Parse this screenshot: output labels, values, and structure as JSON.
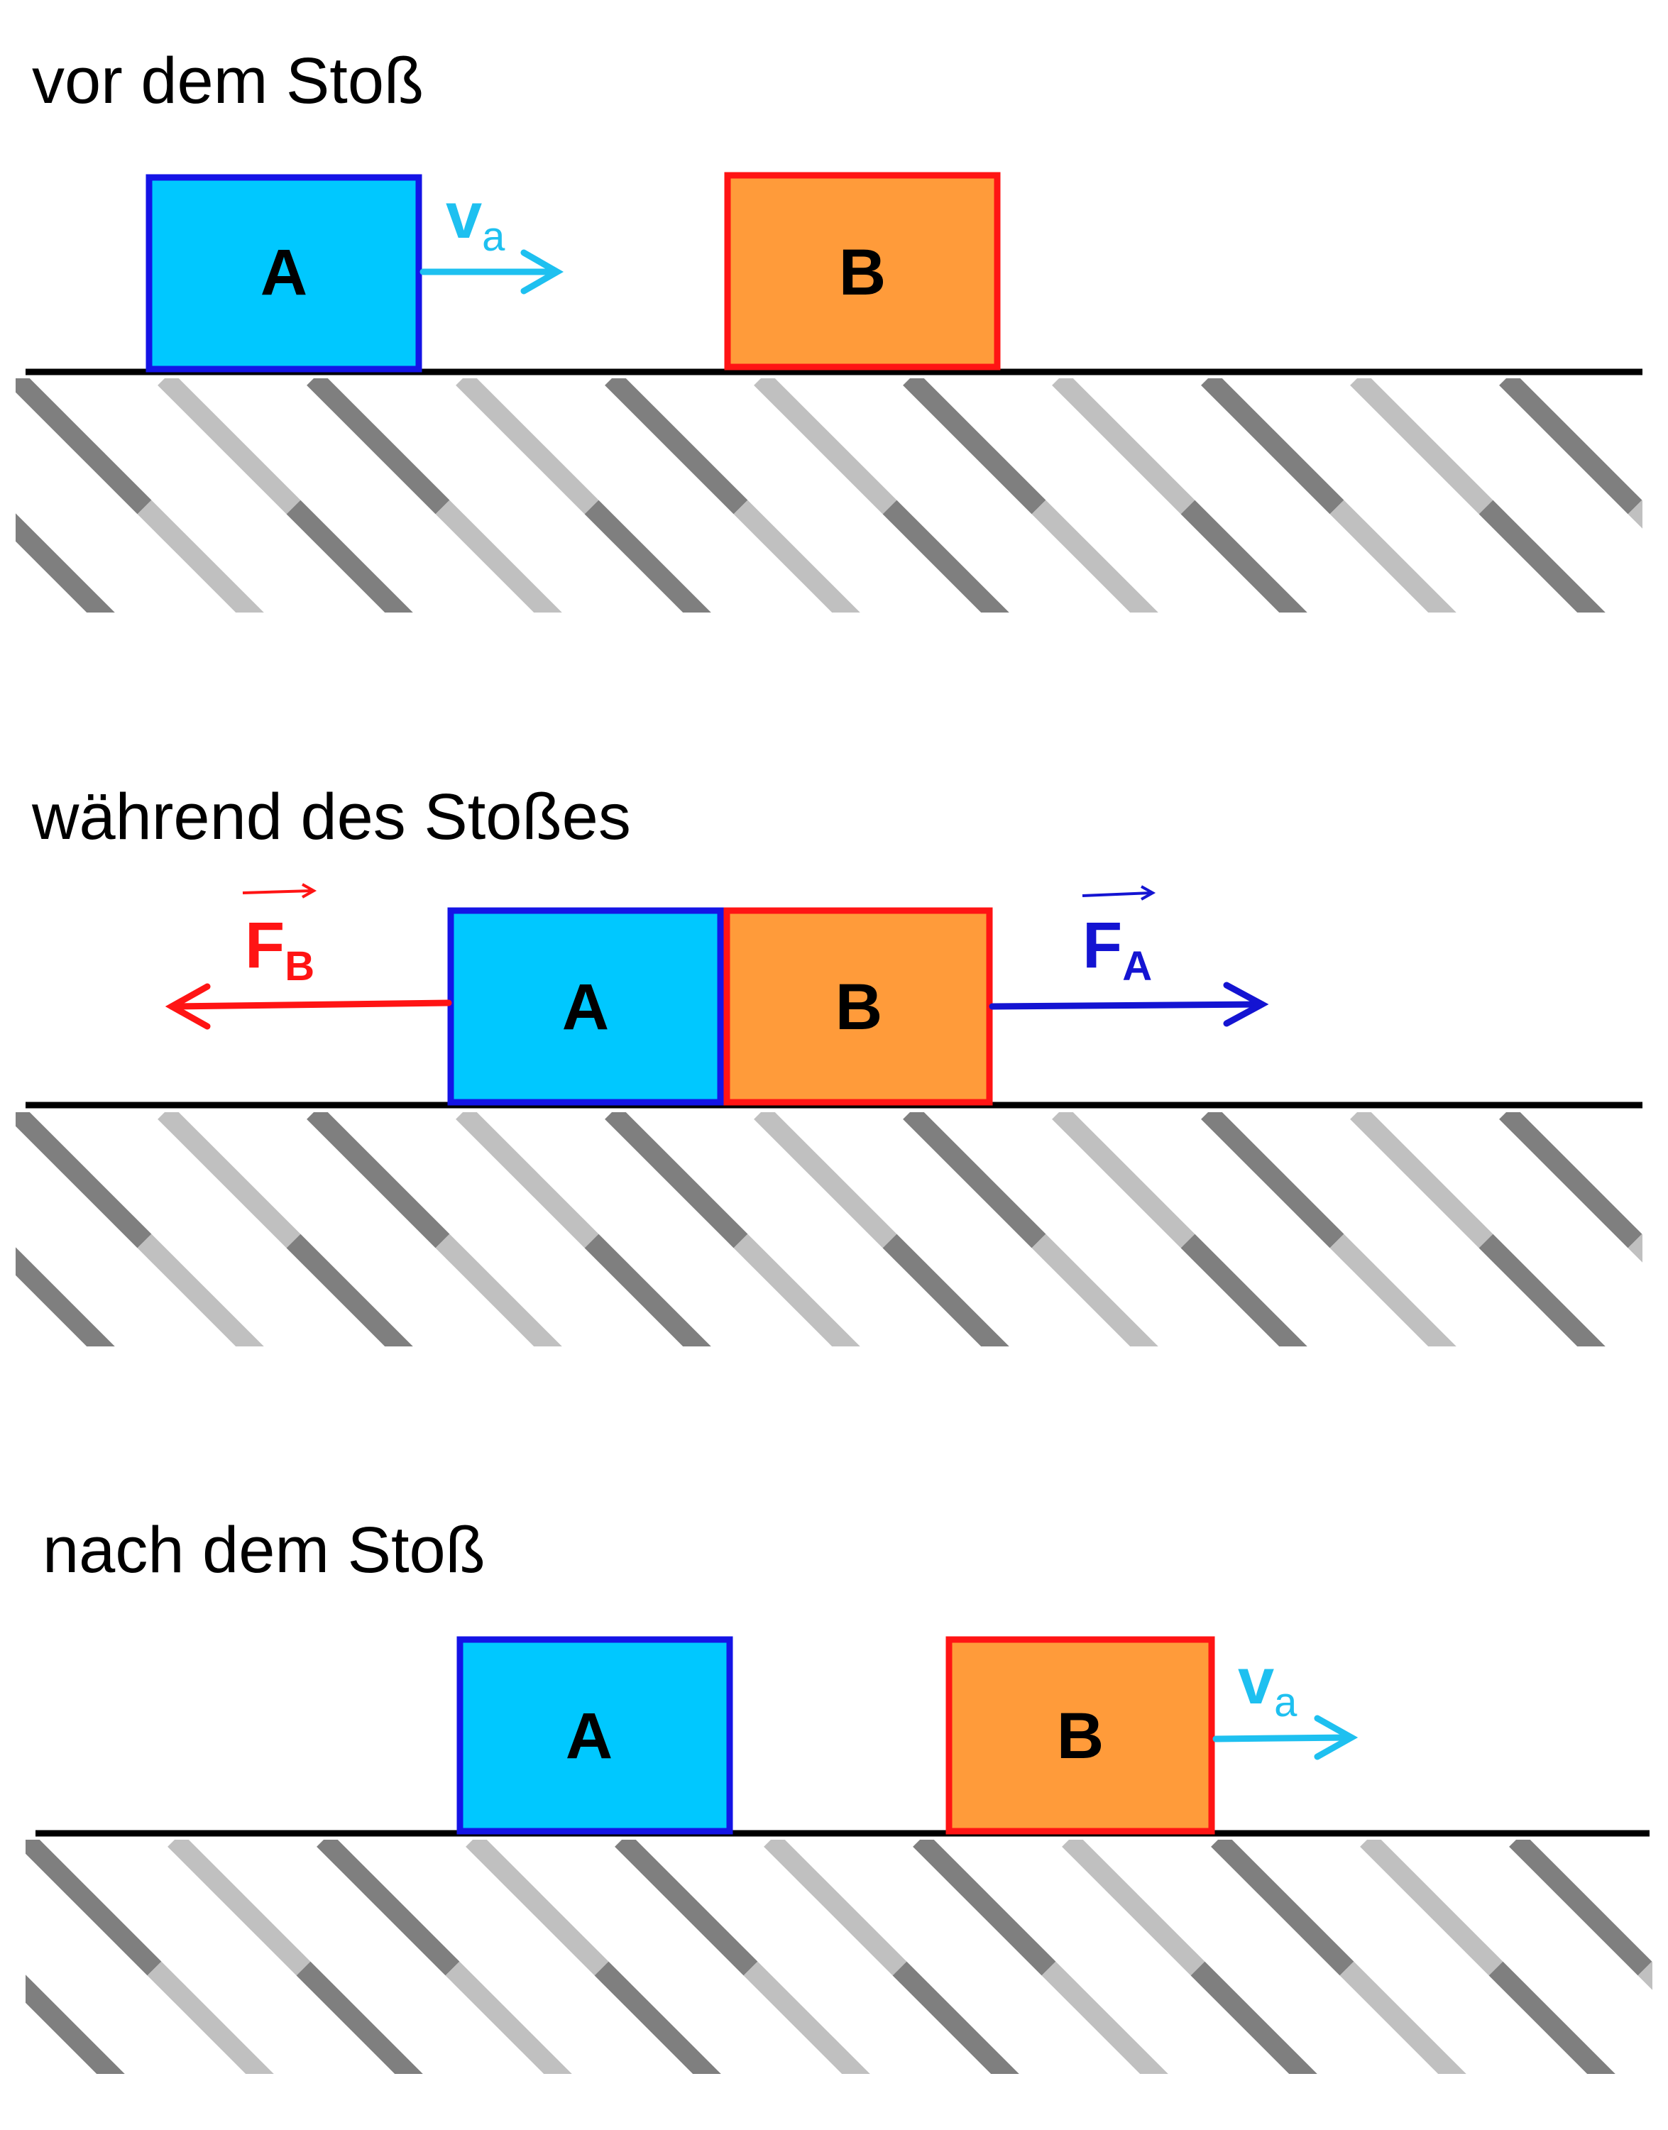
{
  "panels": [
    {
      "title": "vor dem Stoß",
      "block_a": "A",
      "block_b": "B",
      "velocity_main": "v",
      "velocity_sub": "a"
    },
    {
      "title": "während des Stoßes",
      "block_a": "A",
      "block_b": "B",
      "force_b_main": "F",
      "force_b_sub": "B",
      "force_a_main": "F",
      "force_a_sub": "A"
    },
    {
      "title": "nach dem Stoß",
      "block_a": "A",
      "block_b": "B",
      "velocity_main": "v",
      "velocity_sub": "a"
    }
  ],
  "colors": {
    "block_a_fill": "#00c8ff",
    "block_a_border": "#1414e6",
    "block_b_fill": "#ff9b3a",
    "block_b_border": "#ff1414",
    "velocity": "#1ec0f0",
    "force_on_a": "#ff1414",
    "force_on_b": "#1414d2",
    "ground_line": "#000000",
    "hatch_dark": "#7f7f7f",
    "hatch_light": "#c0c0c0"
  }
}
